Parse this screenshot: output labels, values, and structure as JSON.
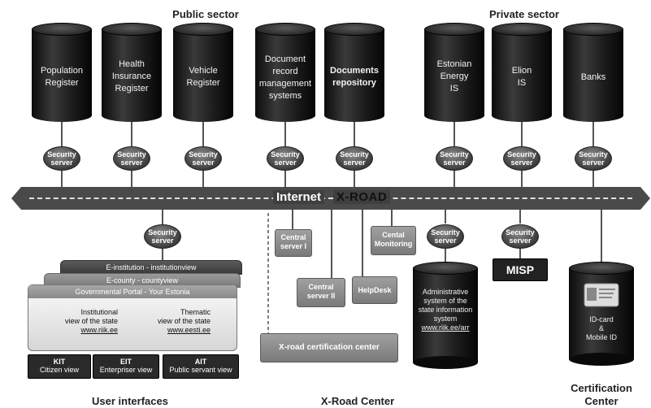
{
  "headings": {
    "public": "Public sector",
    "private": "Private sector",
    "user_interfaces": "User interfaces",
    "xroad_center": "X-Road Center",
    "cert_center_1": "Certification",
    "cert_center_2": "Center"
  },
  "databases": [
    {
      "l1": "Population",
      "l2": "Register",
      "l3": "",
      "l4": ""
    },
    {
      "l1": "Health",
      "l2": "Insurance",
      "l3": "Register",
      "l4": ""
    },
    {
      "l1": "Vehicle",
      "l2": "Register",
      "l3": "",
      "l4": ""
    },
    {
      "l1": "Document",
      "l2": "record",
      "l3": "management",
      "l4": "systems"
    },
    {
      "l1": "Documents",
      "l2": "repository",
      "l3": "",
      "l4": ""
    },
    {
      "l1": "Estonian",
      "l2": "Energy",
      "l3": "IS",
      "l4": ""
    },
    {
      "l1": "Elion",
      "l2": "IS",
      "l3": "",
      "l4": ""
    },
    {
      "l1": "Banks",
      "l2": "",
      "l3": "",
      "l4": ""
    }
  ],
  "security_server": {
    "l1": "Security",
    "l2": "server"
  },
  "road": {
    "internet": "Internet",
    "xroad": "X-ROAD"
  },
  "xroad_center": {
    "central_server_1": {
      "l1": "Central",
      "l2": "server I"
    },
    "central_server_2": {
      "l1": "Central",
      "l2": "server II"
    },
    "central_monitoring": {
      "l1": "Cental",
      "l2": "Monitoring"
    },
    "helpdesk": "HelpDesk",
    "cert_center": "X-road certification center"
  },
  "admin_system": {
    "l1": "Administrative",
    "l2": "system of the",
    "l3": "state information",
    "l4": "system",
    "url": "www.riik.ee/arr"
  },
  "misp": "MISP",
  "idcard": {
    "l1": "ID-card",
    "l2": "&",
    "l3": "Mobile ID"
  },
  "ui": {
    "e_institution": "E-institution - institutionview",
    "e_county": "E-county - countyview",
    "portal_title": "Governmental Portal - Your Estonia",
    "inst_l1": "Institutional",
    "inst_l2": "view of the state",
    "inst_url": "www.riik.ee",
    "them_l1": "Thematic",
    "them_l2": "view of the state",
    "them_url": "www.eesti.ee",
    "kit_title": "KIT",
    "kit_sub": "Citizen view",
    "eit_title": "EIT",
    "eit_sub": "Enterpriser view",
    "ait_title": "AIT",
    "ait_sub": "Public servant view"
  }
}
